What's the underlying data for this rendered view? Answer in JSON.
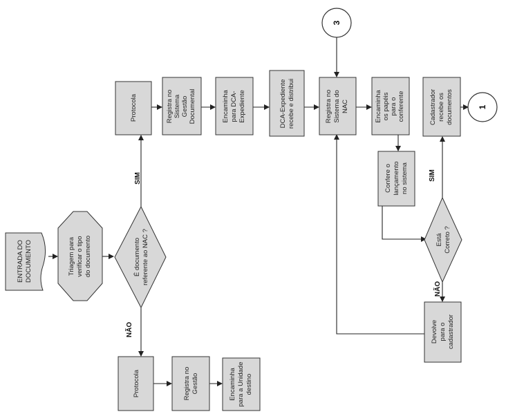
{
  "nodes": {
    "entrada": [
      "ENTRADA DO",
      "DOCUMENTO"
    ],
    "triagem": [
      "Triagem para",
      "verificar o tipo",
      "do documento"
    ],
    "decisao_nac": [
      "É documento",
      "referente ao NAC ?"
    ],
    "protocola_top": [
      "Protocola"
    ],
    "registra_gestao_doc": [
      "Registra no",
      "Sistema",
      "Gestão",
      "Documental"
    ],
    "encaminha_dca": [
      "Encaminha",
      "para DCA-",
      "Expediente"
    ],
    "dca_recebe": [
      "DCA-Expediente",
      "recebe e distribui"
    ],
    "registra_nac": [
      "Registra no",
      "Sistema do",
      "NAC"
    ],
    "encaminha_papeis": [
      "Encaminha",
      "os papéis",
      "para o",
      "conferente"
    ],
    "confere": [
      "Confere o",
      "lançamento",
      "no sistema"
    ],
    "decisao_correto": [
      "Está",
      "Correto ?"
    ],
    "cadastrador_recebe": [
      "Cadastrador",
      "recebe os",
      "documentos"
    ],
    "devolve": [
      "Devolve",
      "para o",
      "cadastrador"
    ],
    "protocola_bottom": [
      "Protocola"
    ],
    "registra_gestao": [
      "Registra no",
      "Gestão"
    ],
    "encaminha_unidade": [
      "Encaminha",
      "para a Unidade",
      "destino"
    ]
  },
  "connectors": {
    "top": "3",
    "right": "1"
  },
  "edge_labels": {
    "sim_nac": "SIM",
    "nao_nac": "NÃO",
    "sim_correto": "SIM",
    "nao_correto": "NÃO"
  }
}
